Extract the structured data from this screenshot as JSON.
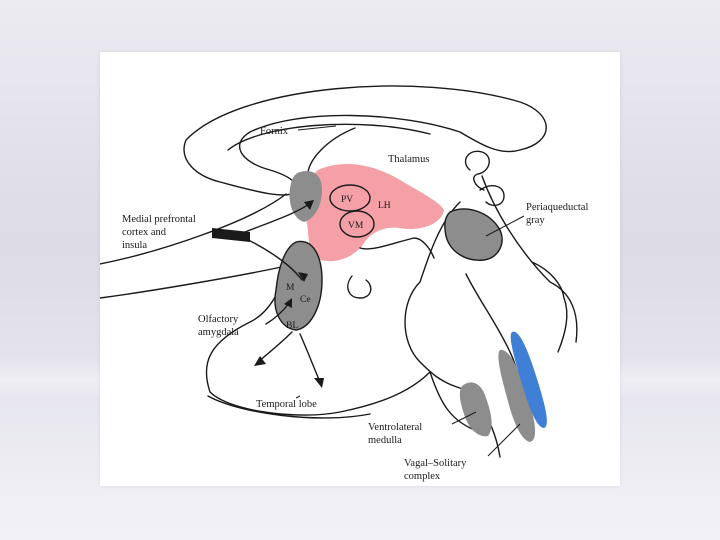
{
  "diagram": {
    "labels": {
      "fornix": "Fornix",
      "thalamus": "Thalamus",
      "pv": "PV",
      "lh": "LH",
      "vm": "VM",
      "periaqueductal_line1": "Periaqueductal",
      "periaqueductal_line2": "gray",
      "medial_prefrontal_line1": "Medial prefrontal",
      "medial_prefrontal_line2": "cortex and",
      "medial_prefrontal_line3": "insula",
      "m": "M",
      "ce": "Ce",
      "bl": "BL",
      "olfactory_line1": "Olfactory",
      "amygdala": "amygdala",
      "temporal_lobe": "Temporal lobe",
      "ventrolateral_line1": "Ventrolateral",
      "ventrolateral_line2": "medulla",
      "vagal_line1": "Vagal–Solitary",
      "vagal_line2": "complex"
    },
    "colors": {
      "hypothalamus_fill": "#f4a0a6",
      "gray_region": "#8d8d8d",
      "solitary_blue": "#3f7fd6"
    }
  }
}
